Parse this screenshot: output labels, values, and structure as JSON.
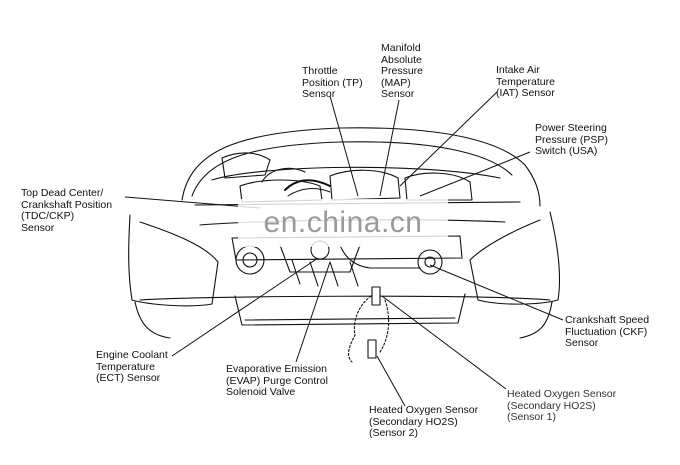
{
  "labels": {
    "throttle_position": "Throttle\nPosition (TP)\nSensor",
    "manifold_absolute_pressure": "Manifold\nAbsolute\nPressure\n(MAP)\nSensor",
    "intake_air_temperature": "Intake Air\nTemperature\n(IAT) Sensor",
    "power_steering_pressure": "Power Steering\nPressure (PSP)\nSwitch (USA)",
    "top_dead_center": "Top Dead Center/\nCrankshaft Position\n(TDC/CKP)\nSensor",
    "crankshaft_speed_fluctuation": "Crankshaft Speed\nFluctuation (CKF)\nSensor",
    "engine_coolant_temperature": "Engine Coolant\nTemperature\n(ECT) Sensor",
    "evap_purge_control": "Evaporative Emission\n(EVAP) Purge Control\nSolenoid Valve",
    "heated_oxygen_sensor_2": "Heated Oxygen Sensor\n(Secondary HO2S)\n(Sensor 2)",
    "heated_oxygen_sensor_1": "Heated Oxygen Sensor\n(Secondary HO2S)\n(Sensor 1)"
  },
  "watermark": "en.china.cn",
  "colors": {
    "line": "#111111",
    "background": "#ffffff",
    "watermark": "#9a9a9a"
  }
}
